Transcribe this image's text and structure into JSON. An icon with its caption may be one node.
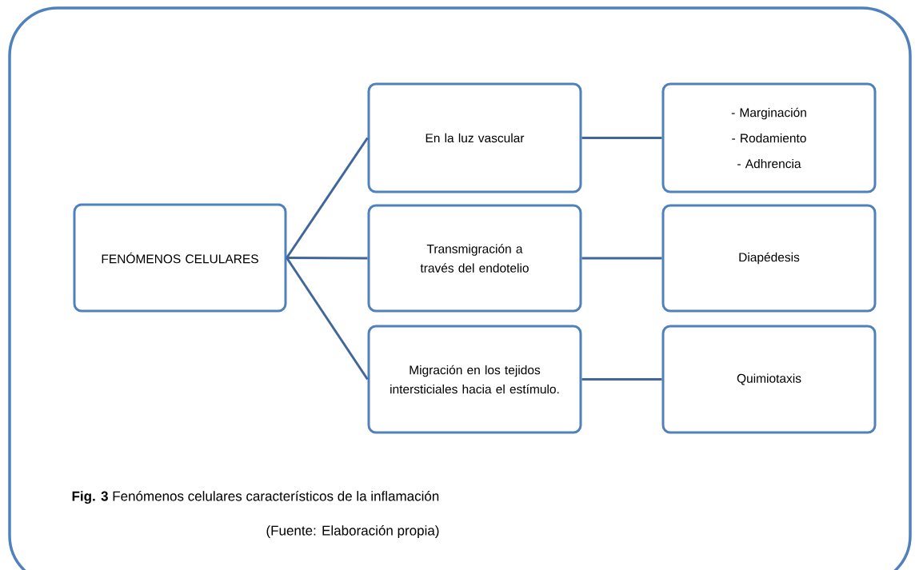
{
  "diagram": {
    "caption": "**Fig. 3** Fenómenos celulares característicos de la inflamación",
    "nodes": [
      {
        "text": [
          "FENÓMENOS CELULARES"
        ]
      },
      {
        "text": [
          "En la luz vascular"
        ]
      },
      {
        "text": [
          "Transmigración a través del endotelio"
        ]
      },
      {
        "text": [
          "Migración en los tejidos intersticiales hacia el estímulo."
        ]
      },
      {
        "text": [
          "- Marginación",
          "- Rodamiento",
          "- Adhrencia"
        ]
      },
      {
        "text": [
          "Diapédesis"
        ]
      },
      {
        "text": [
          "Quimiotaxis"
        ]
      }
    ],
    "edges": [
      {
        "from": 0,
        "to": 1,
        "arrow": "none"
      },
      {
        "from": 0,
        "to": 2,
        "arrow": "none"
      },
      {
        "from": 0,
        "to": 3,
        "arrow": "none"
      },
      {
        "from": 1,
        "to": 4,
        "arrow": "none"
      },
      {
        "from": 2,
        "to": 5,
        "arrow": "none"
      },
      {
        "from": 3,
        "to": 6,
        "arrow": "none"
      }
    ],
    "labels": [
      "(Fuente: Elaboración propia)"
    ]
  }
}
